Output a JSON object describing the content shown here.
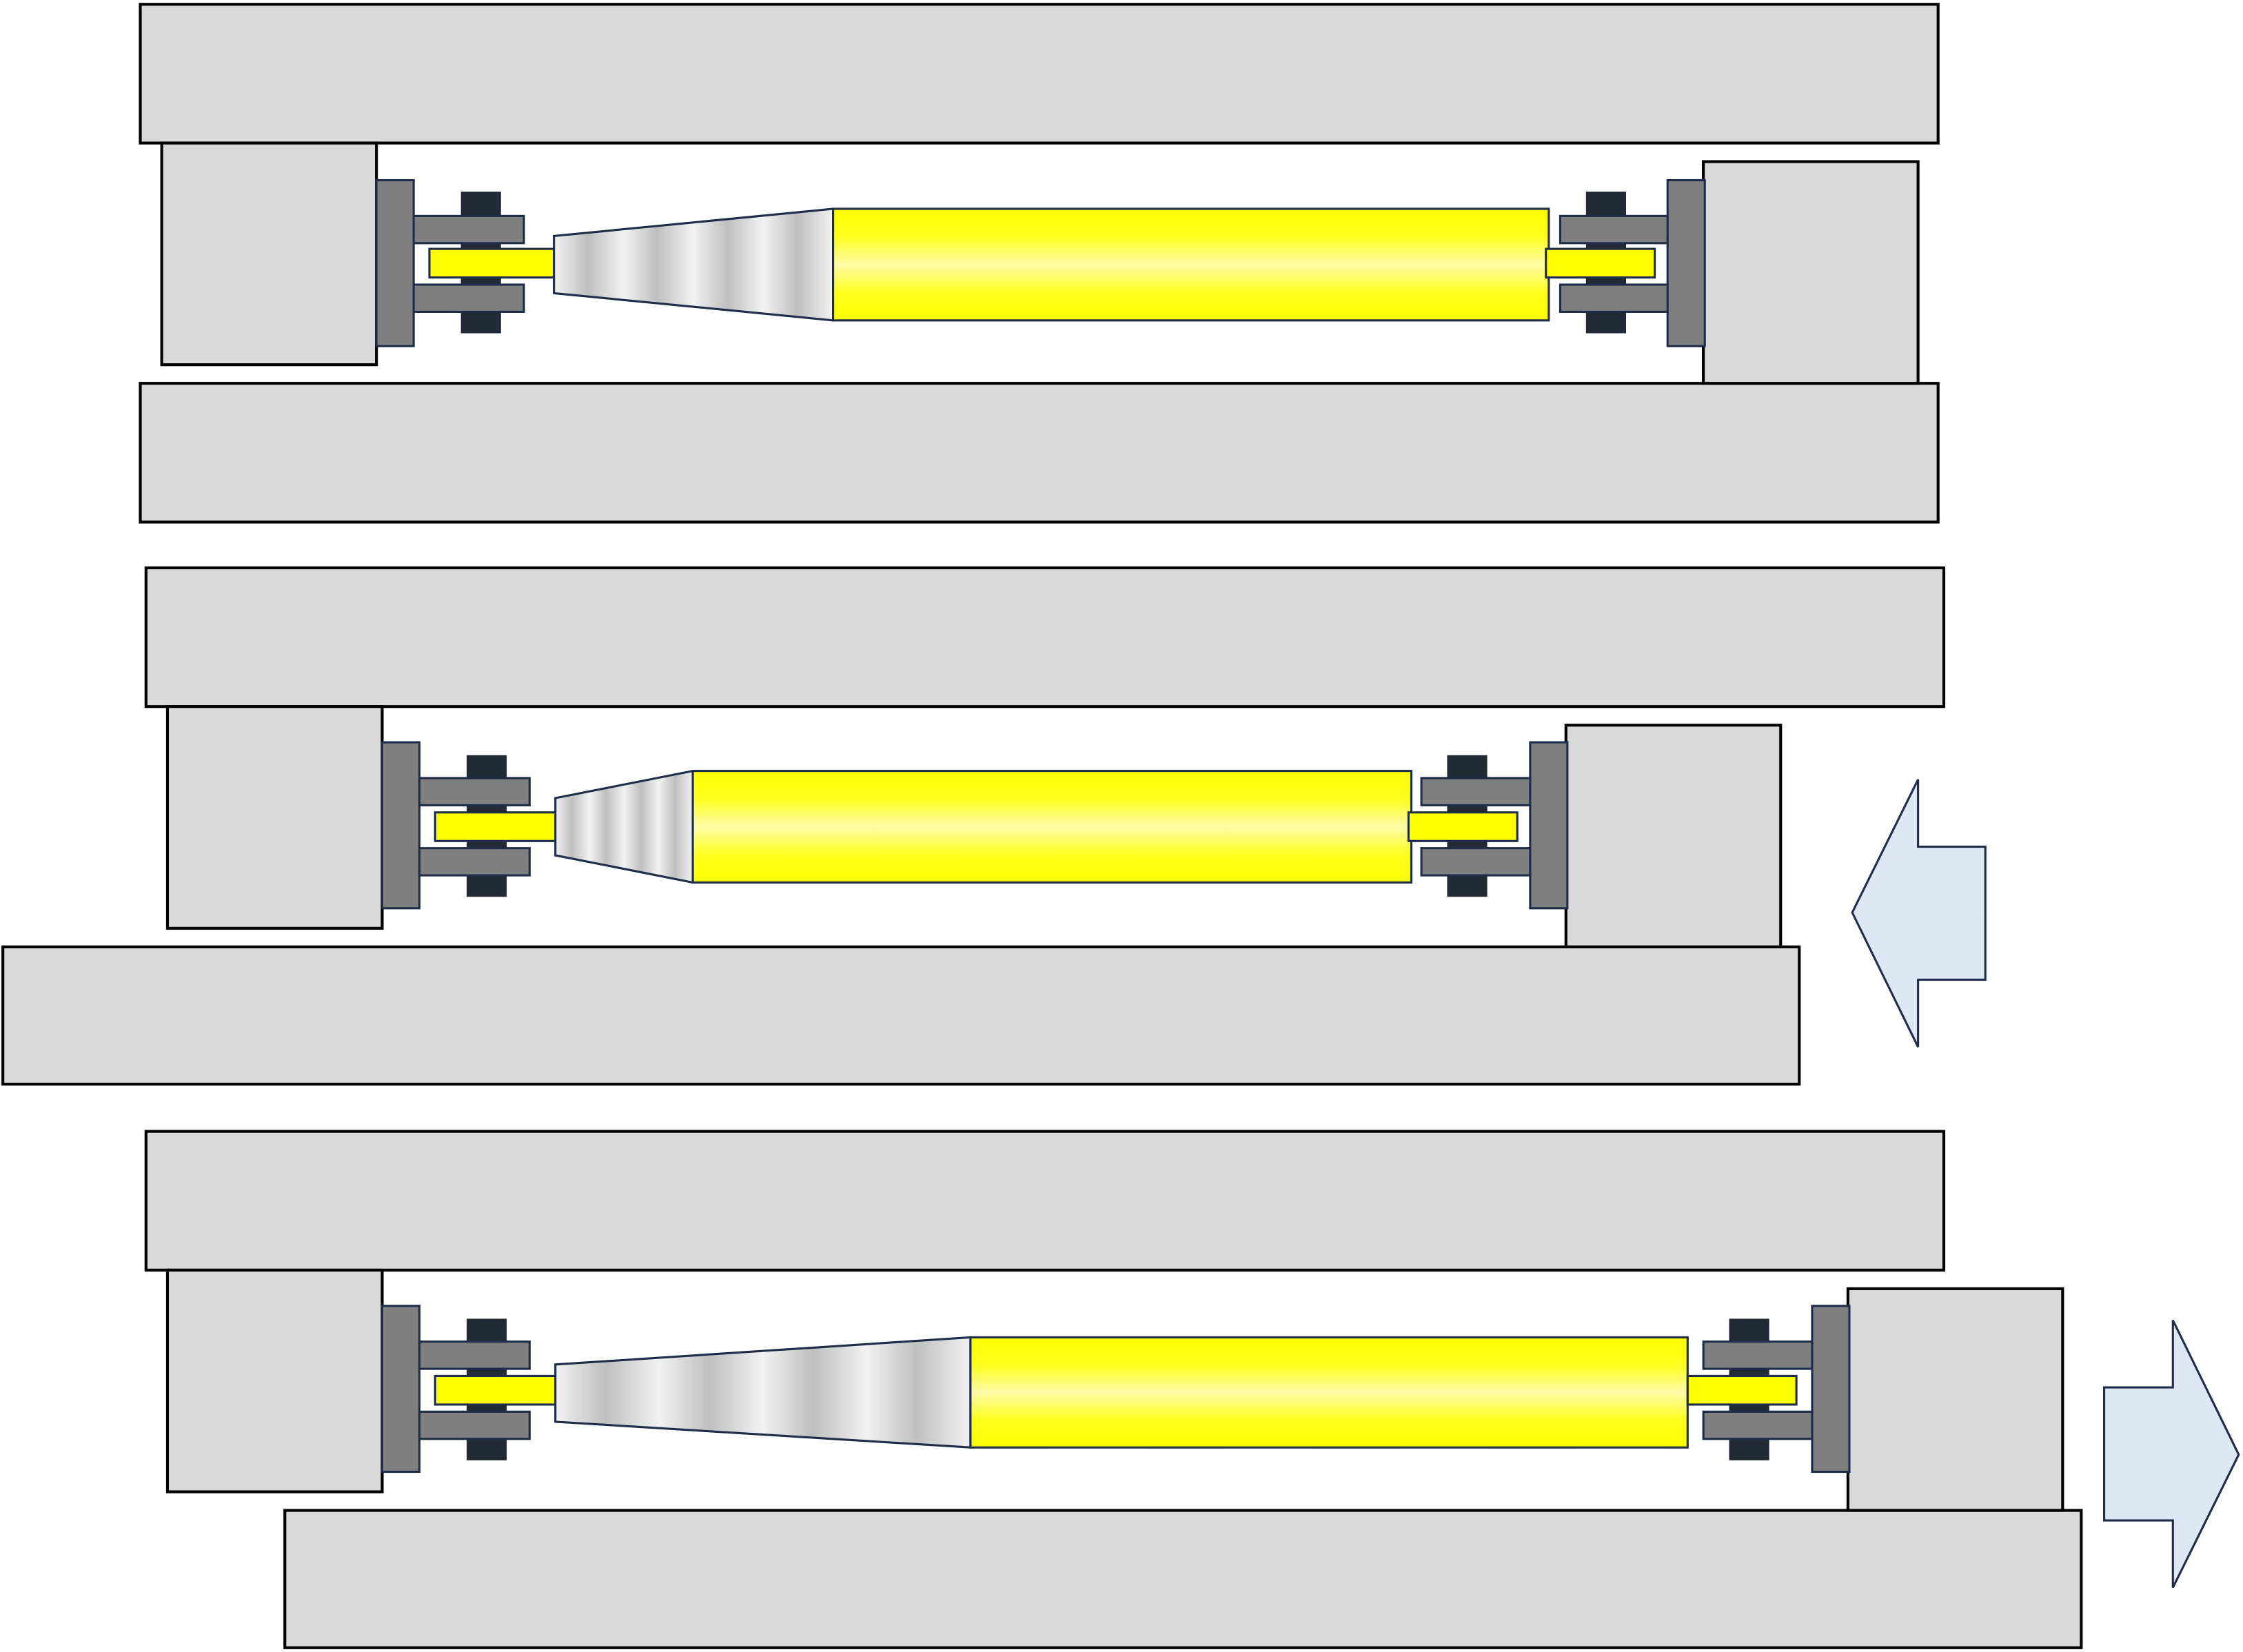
{
  "diagram": {
    "description_text": "",
    "colors": {
      "background": "#ffffff",
      "plate_fill": "#d9d9d9",
      "plate_stroke": "#000000",
      "flange": "#7f7f7f",
      "bolt": "#222a35",
      "yellow_edge": "#ffff00",
      "yellow_mid": "#fffaa8",
      "steel_light": "#f2f2f2",
      "steel_dark": "#bfbfbf",
      "part_stroke": "#1f2d4a",
      "arrow_fill": "#dee8f5",
      "arrow_stroke": "#1f2d4a"
    },
    "panels": [
      {
        "id": "panel-1",
        "state": "neutral",
        "arrow": "none"
      },
      {
        "id": "panel-2",
        "state": "compressed",
        "arrow": "left-arrow"
      },
      {
        "id": "panel-3",
        "state": "extended",
        "arrow": "right-arrow"
      }
    ]
  }
}
